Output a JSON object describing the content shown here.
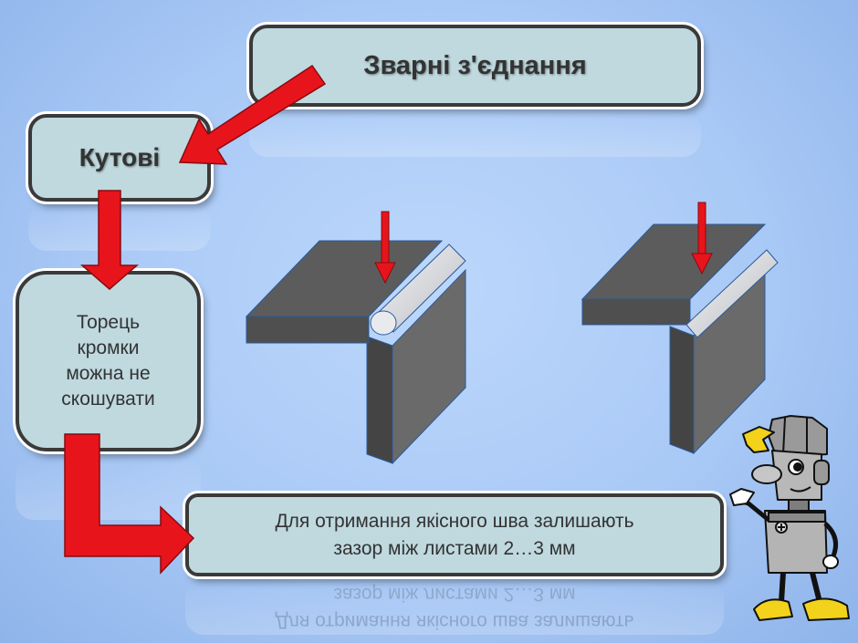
{
  "title": "Зварні з'єднання",
  "joint_type": "Кутові",
  "note": "Торець\nкромки\nможна не\nскошувати",
  "bottom_note": "Для отримання якісного шва залишають\nзазор між листами 2…3 мм",
  "colors": {
    "box_fill": "#bfd9df",
    "arrow": "#e8141c",
    "plate_face": "#6a6a6a",
    "plate_top": "#5c5c5c",
    "plate_side": "#444444",
    "weld_bead": "#dcdde0"
  },
  "mascot": "robot-mascot-pointing"
}
